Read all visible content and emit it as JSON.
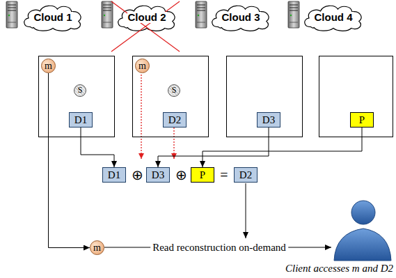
{
  "diagram": {
    "nodes": [
      {
        "text": [
          "Cloud 1"
        ]
      },
      {
        "text": [
          "Cloud 2"
        ]
      },
      {
        "text": [
          "Cloud 3"
        ]
      },
      {
        "text": [
          "Cloud 4"
        ]
      },
      {
        "text": []
      },
      {
        "text": [
          "m"
        ],
        "in": 4
      },
      {
        "text": [
          "S"
        ],
        "in": 4
      },
      {
        "text": [
          "D1"
        ],
        "in": 4
      },
      {
        "text": []
      },
      {
        "text": [
          "m"
        ],
        "in": 8
      },
      {
        "text": [
          "S"
        ],
        "in": 8
      },
      {
        "text": [
          "D2"
        ],
        "in": 8
      },
      {
        "text": []
      },
      {
        "text": [
          "D3"
        ],
        "in": 12
      },
      {
        "text": []
      },
      {
        "text": [
          "P"
        ],
        "in": 14
      },
      {
        "text": [
          "D1"
        ]
      },
      {
        "text": [
          "D3"
        ]
      },
      {
        "text": [
          "P"
        ]
      },
      {
        "text": [
          "D2"
        ]
      },
      {
        "text": [
          "m"
        ]
      }
    ],
    "edges": [
      {
        "from": 7,
        "to": 16,
        "arrow": "to"
      },
      {
        "from": 13,
        "to": 17,
        "arrow": "to"
      },
      {
        "from": 15,
        "to": 18,
        "arrow": "to"
      },
      {
        "from": 5,
        "to": 20,
        "arrow": "to"
      }
    ],
    "labels": [
      "⊕",
      "⊕",
      "=",
      "Read reconstruction on-demand",
      "Client accesses m and D2"
    ]
  }
}
